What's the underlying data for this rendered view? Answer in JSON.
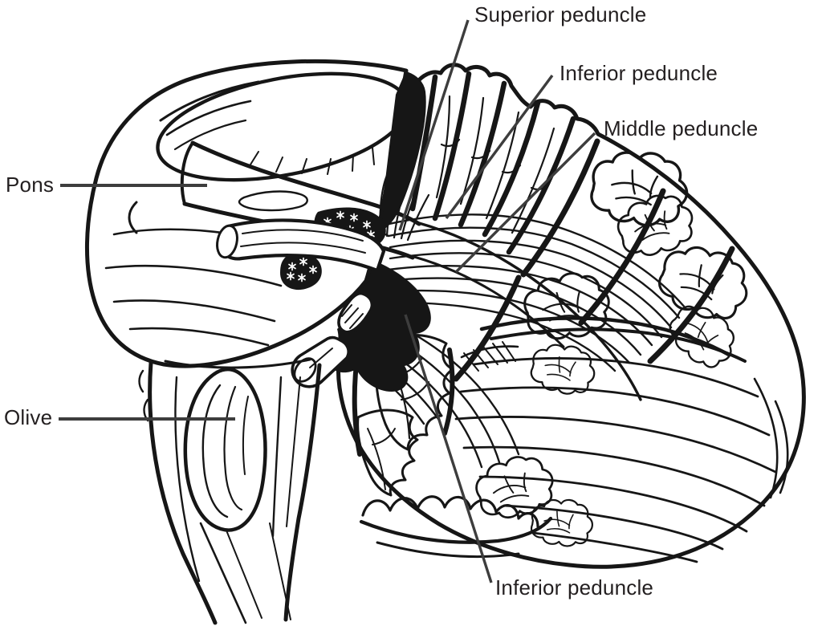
{
  "figure": {
    "background_color": "#ffffff",
    "ink_color": "#161616",
    "leader_line_color": "#3d3d3d",
    "text_color": "#231f20"
  },
  "labels": [
    {
      "id": "pons",
      "text": "Pons"
    },
    {
      "id": "olive",
      "text": "Olive"
    },
    {
      "id": "superior-peduncle",
      "text": "Superior peduncle"
    },
    {
      "id": "inferior-peduncle-upper",
      "text": "Inferior peduncle"
    },
    {
      "id": "middle-peduncle",
      "text": "Middle peduncle"
    },
    {
      "id": "inferior-peduncle-lower",
      "text": "Inferior peduncle"
    }
  ]
}
